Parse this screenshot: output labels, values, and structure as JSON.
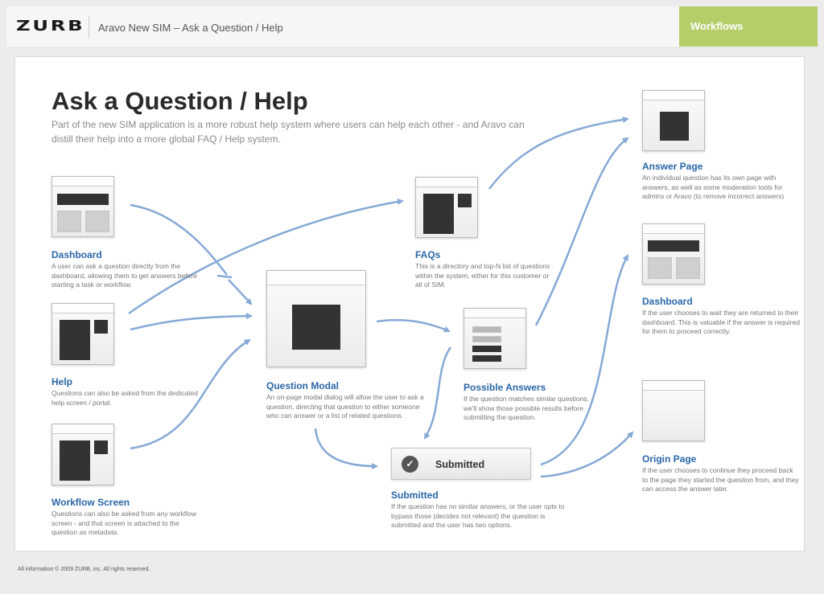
{
  "header": {
    "logo": "ZURB",
    "breadcrumb": "Aravo New SIM – Ask a Question / Help",
    "tab_label": "Workflows"
  },
  "page": {
    "title": "Ask a Question / Help",
    "intro": "Part of the new SIM application is a more robust help system where users can help each other - and Aravo can distill their help into a more global FAQ / Help system."
  },
  "nodes": {
    "dashboard": {
      "title": "Dashboard",
      "desc": "A user can ask a question directly from the dashboard, allowing them to get answers before starting a task or workflow."
    },
    "help": {
      "title": "Help",
      "desc": "Questions can also be asked from the dedicated help screen / portal."
    },
    "workflow_screen": {
      "title": "Workflow Screen",
      "desc": "Questions can also be asked from any workflow screen - and that screen is attached to the question as metadata."
    },
    "question_modal": {
      "title": "Question Modal",
      "desc": "An on-page modal dialog will allow the user to ask a question, directing that question to either someone who can answer or a list of related questions."
    },
    "faqs": {
      "title": "FAQs",
      "desc": "This is a directory and top-N list of questions within the system, either for this customer or all of SIM."
    },
    "possible_answers": {
      "title": "Possible Answers",
      "desc": "If the question matches similar questions, we'll show those possible results before submitting the question."
    },
    "submitted": {
      "title": "Submitted",
      "button_label": "Submitted",
      "desc": "If the question has no similar answers, or the user opts to bypass those (decides not relevant) the question is submitted and the user has two options."
    },
    "answer_page": {
      "title": "Answer Page",
      "desc": "An individual question has its own page with answers, as well as some moderation tools for admins or Aravo (to remove incorrect answers)"
    },
    "dashboard_return": {
      "title": "Dashboard",
      "desc": "If the user chooses to wait they are returned to their dashboard. This is valuable if the answer is required for them to proceed correctly."
    },
    "origin_page": {
      "title": "Origin Page",
      "desc": "If the user chooses to continue they proceed back to the page they started the question from, and they can access the answer later."
    }
  },
  "footer": {
    "copyright": "All information © 2009 ZURB, inc. All rights reserved."
  },
  "colors": {
    "arrow": "#86a9d6",
    "accent": "#b4cf6a",
    "heading": "#2a67a8"
  },
  "icons": {
    "submitted_check": "check-circle-icon"
  }
}
